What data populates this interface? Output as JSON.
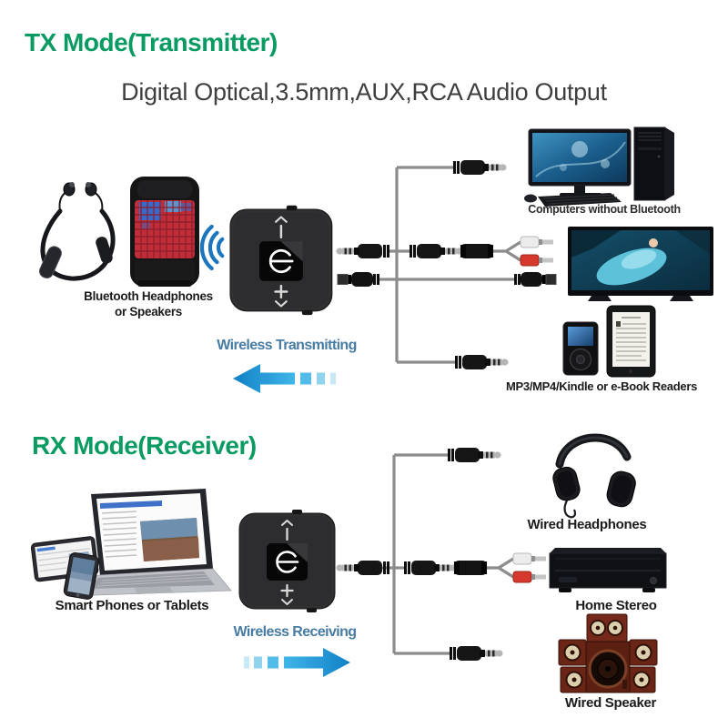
{
  "tx": {
    "heading": "TX Mode(Transmitter)",
    "subtitle": "Digital Optical,3.5mm,AUX,RCA Audio Output",
    "bluetooth_devices_label_line1": "Bluetooth Headphones",
    "bluetooth_devices_label_line2": "or Speakers",
    "wireless_label": "Wireless Transmitting",
    "computers_label": "Computers without Bluetooth",
    "players_label": "MP3/MP4/Kindle or e-Book Readers"
  },
  "rx": {
    "heading": "RX Mode(Receiver)",
    "sources_label": "Smart Phones or Tablets",
    "wireless_label": "Wireless Receiving",
    "headphones_label": "Wired Headphones",
    "stereo_label": "Home Stereo",
    "speaker_label": "Wired Speaker"
  },
  "colors": {
    "heading_green": "#0a9b62",
    "subtitle_gray": "#3e3e3e",
    "device_label_black": "#1b1b1b",
    "wireless_text_blue": "#477ca3",
    "arrow_blue": "#29abe2",
    "signal_wave_blue": "#1c76bd",
    "cable_gray": "#8c8c8c",
    "adapter_body_black": "#2d2d2f"
  }
}
